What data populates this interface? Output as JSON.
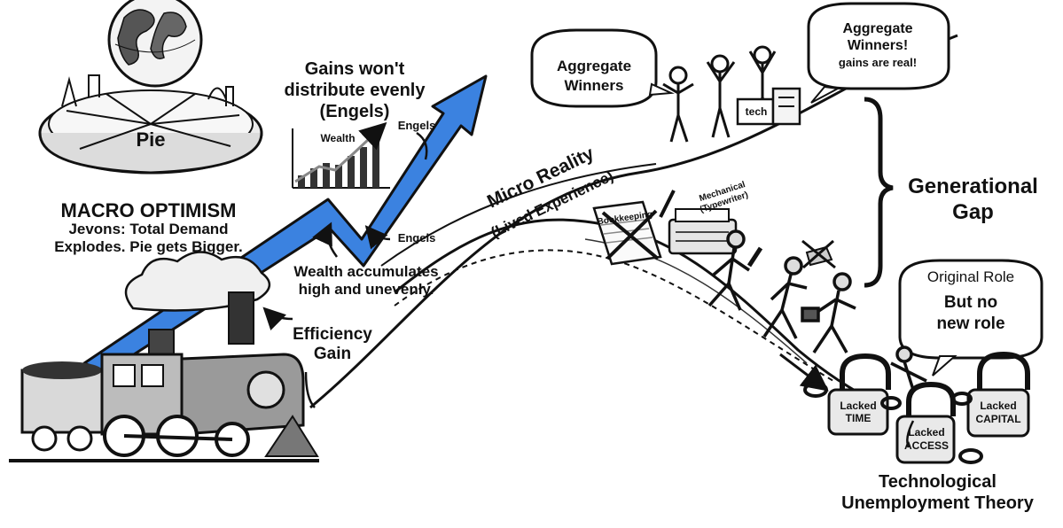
{
  "pie": {
    "label": "Pie"
  },
  "macro": {
    "title": "MACRO OPTIMISM",
    "line1": "Jevons: Total Demand",
    "line2": "Explodes. Pie gets Bigger."
  },
  "engels_headline": {
    "line1": "Gains won't",
    "line2": "distribute evenly",
    "line3": "(Engels)"
  },
  "mini_chart": {
    "label": "Wealth"
  },
  "engels_tag_top": "Engels",
  "engels_tag_mid": "Engels",
  "wealth_note": {
    "line1": "Wealth accumulates",
    "line2": "high and unevenly."
  },
  "efficiency": {
    "line1": "Efficiency",
    "line2": "Gain"
  },
  "micro": {
    "line1": "Micro Reality",
    "line2": "(Lived Experience)"
  },
  "winners_left": {
    "line1": "Aggregate",
    "line2": "Winners"
  },
  "winners_right": {
    "line1": "Aggregate",
    "line2": "Winners!",
    "line3": "gains are real!"
  },
  "tech_sign": "tech",
  "generational": {
    "line1": "Generational",
    "line2": "Gap"
  },
  "bookkeeping": "Bookkeeping",
  "typewriter": {
    "line1": "Mechanical",
    "line2": "(Typewriter)"
  },
  "role": {
    "line1": "Original Role",
    "line2": "But no",
    "line3": "new role"
  },
  "locks": {
    "time": {
      "line1": "Lacked",
      "line2": "TIME"
    },
    "access": {
      "line1": "Lacked",
      "line2": "ACCESS"
    },
    "capital": {
      "line1": "Lacked",
      "line2": "CAPITAL"
    }
  },
  "theory": {
    "line1": "Technological",
    "line2": "Unemployment Theory"
  },
  "colors": {
    "arrow_blue": "#3b82e0",
    "ink": "#111111",
    "paper": "#ffffff"
  }
}
